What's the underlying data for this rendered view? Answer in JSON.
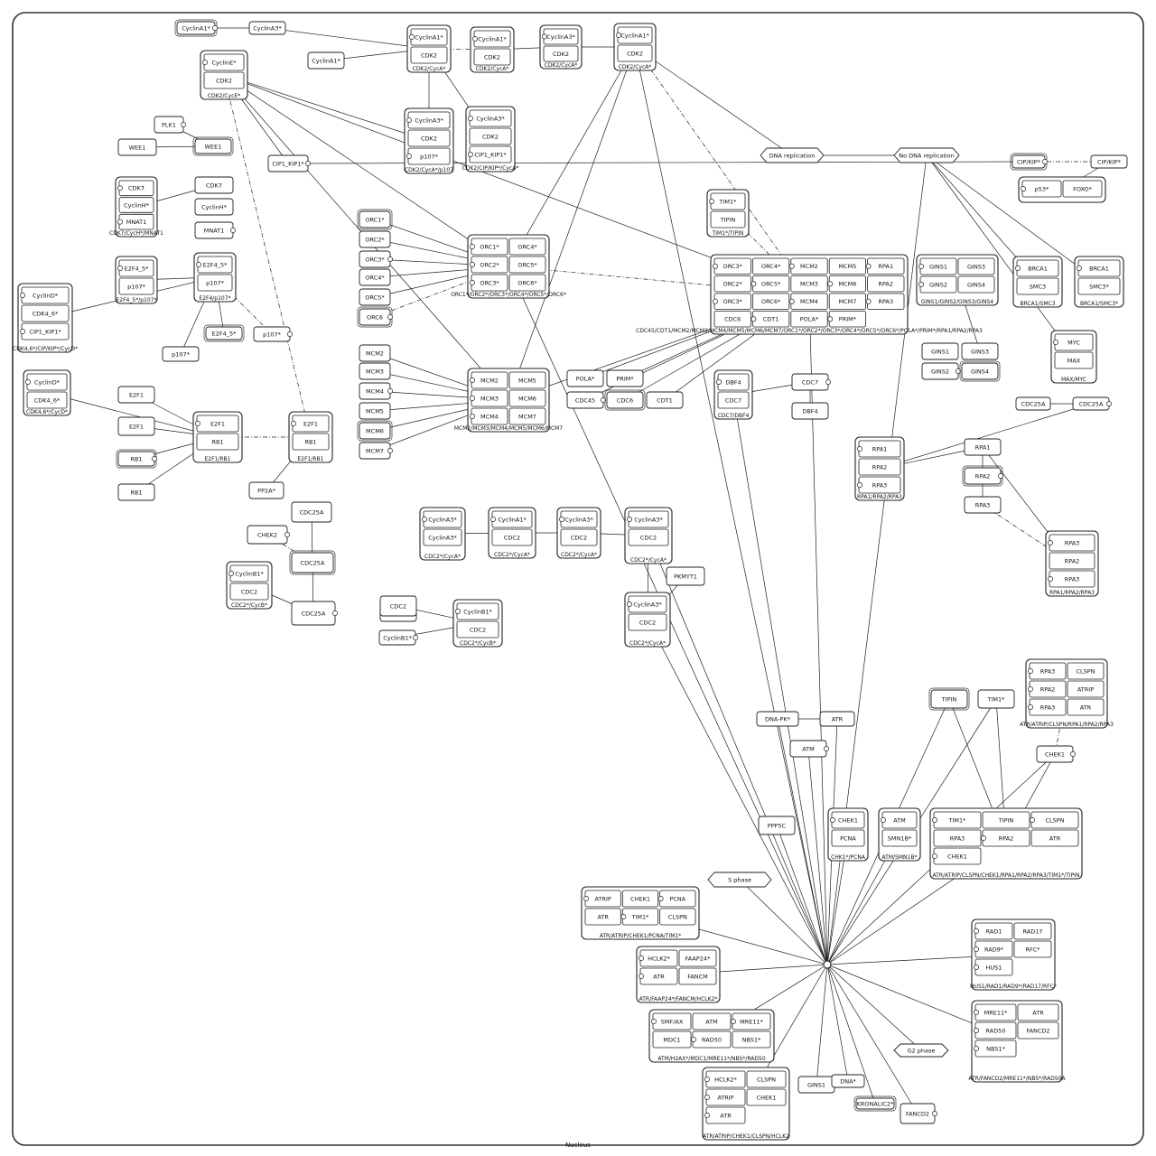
{
  "compartment": {
    "label": "Nucleus"
  },
  "phenotypes": [
    {
      "id": "dna_rep",
      "label": "DNA replication"
    },
    {
      "id": "no_dna_rep",
      "label": "No DNA replication"
    },
    {
      "id": "s_phase",
      "label": "S phase"
    },
    {
      "id": "g2_phase",
      "label": "G2 phase"
    }
  ],
  "complexes": [
    {
      "id": "cdk2_cyce",
      "label": "CDK2/CycE*",
      "members": [
        "CyclinE*",
        "CDK2"
      ]
    },
    {
      "id": "cdk2_cyca_1",
      "label": "CDK2/CycA*",
      "members": [
        "CyclinA1*",
        "CDK2"
      ]
    },
    {
      "id": "cdk2_cyca_2",
      "label": "CDK2/CycA*",
      "members": [
        "CyclinA1*",
        "CDK2"
      ]
    },
    {
      "id": "cdk2_cyca_3",
      "label": "CDK2/CycA*",
      "members": [
        "CyclinA3*",
        "CDK2"
      ]
    },
    {
      "id": "cdk2_cyca_4",
      "label": "CDK2/CycA*",
      "members": [
        "CyclinA1*",
        "CDK2"
      ]
    },
    {
      "id": "cdk2_cyca_p107",
      "label": "CDK2/CycA*/p107",
      "members": [
        "CyclinA3*",
        "CDK2",
        "p107*"
      ]
    },
    {
      "id": "cdk2_cip_cyca",
      "label": "CDK2/CIP/KIP*/CycA*",
      "members": [
        "CyclinA3*",
        "CDK2",
        "CIP1_KIP1*"
      ]
    },
    {
      "id": "cdk7_cych",
      "label": "CDK7/CycH*/MNAT1",
      "members": [
        "CDK7",
        "CyclinH*",
        "MNAT1"
      ]
    },
    {
      "id": "e2f4_p107_a",
      "label": "E2F4_5*/p107*",
      "members": [
        "E2F4_5*",
        "p107*"
      ]
    },
    {
      "id": "e2f4_p107_b",
      "label": "E2F4/p107*",
      "members": [
        "E2F4_5*",
        "p107*"
      ]
    },
    {
      "id": "cdk46_cip",
      "label": "CDK4,6*/CIP/KIP*/CycD*",
      "members": [
        "CyclinD*",
        "CDK4_6*",
        "CIP1_KIP1*"
      ]
    },
    {
      "id": "cdk46_cycd",
      "label": "CDK4,6*/CycD*",
      "members": [
        "CyclinD*",
        "CDK4_6*"
      ]
    },
    {
      "id": "e2f1_rb1_a",
      "label": "E2F1/RB1",
      "members": [
        "E2F1",
        "RB1"
      ]
    },
    {
      "id": "e2f1_rb1_b",
      "label": "E2F1/RB1",
      "members": [
        "E2F1",
        "RB1"
      ]
    },
    {
      "id": "orc_main",
      "label": "ORC1*/ORC2*/ORC3*/ORC4*/ORC5*/ORC6*",
      "members": [
        "ORC1*",
        "ORC4*",
        "ORC2*",
        "ORC5*",
        "ORC3*",
        "ORC6*"
      ]
    },
    {
      "id": "mcm_main",
      "label": "MCM2/MCM3/MCM4/MCM5/MCM6/MCM7",
      "members": [
        "MCM2",
        "MCM5",
        "MCM3",
        "MCM6",
        "MCM4",
        "MCM7"
      ]
    },
    {
      "id": "tim_tipin",
      "label": "TIM1*/TIPIN",
      "members": [
        "TIM1*",
        "TIPIN"
      ]
    },
    {
      "id": "big_complex",
      "label": "CDC45/CDT1/MCM2/MCM3/MCM4/MCM5/MCM6/MCM7/ORC1*/ORC2*/ORC3*/ORC4*/ORC5*/ORC6*/POLA*/PRIM*/RPA1/RPA2/RPA3",
      "members": [
        "ORC3*",
        "ORC4*",
        "MCM2",
        "MCM5",
        "RPA1",
        "ORC2*",
        "ORC5*",
        "MCM3",
        "MCM6",
        "RPA2",
        "ORC3*",
        "ORC6*",
        "MCM4",
        "MCM7",
        "RPA3",
        "CDC6",
        "CDT1",
        "POLA*",
        "PRIM*"
      ]
    },
    {
      "id": "gins_main",
      "label": "GINS1/GINS2/GINS3/GINS4",
      "members": [
        "GINS1",
        "GINS3",
        "GINS2",
        "GINS4"
      ]
    },
    {
      "id": "brca1_smc3_a",
      "label": "BRCA1/SMC3",
      "members": [
        "BRCA1",
        "SMC3"
      ]
    },
    {
      "id": "brca1_smc3_b",
      "label": "BRCA1/SMC3*",
      "members": [
        "BRCA1",
        "SMC3*"
      ]
    },
    {
      "id": "max_myc",
      "label": "MAX/MYC",
      "members": [
        "MYC",
        "MAX"
      ]
    },
    {
      "id": "cdc7_dbf4",
      "label": "CDC7/DBF4",
      "members": [
        "DBF4",
        "CDC7"
      ]
    },
    {
      "id": "rpa_a",
      "label": "RPA1/RPA2/RPA3",
      "members": [
        "RPA1",
        "RPA2",
        "RPA3"
      ]
    },
    {
      "id": "rpa_b",
      "label": "RPA1/RPA2/RPA3",
      "members": [
        "RPA3",
        "RPA2",
        "RPA3"
      ]
    },
    {
      "id": "cdc2_cyca_1",
      "label": "CDC2*/CycA*",
      "members": [
        "CyclinA3*",
        "CyclinA3*"
      ]
    },
    {
      "id": "cdc2_cyca_2",
      "label": "CDC2*/CycA*",
      "members": [
        "CyclinA1*",
        "CDC2"
      ]
    },
    {
      "id": "cdc2_cyca_3",
      "label": "CDC2*/CycA*",
      "members": [
        "CyclinA3*",
        "CDC2"
      ]
    },
    {
      "id": "cdc2_cyca_4",
      "label": "CDC2*/CycA*",
      "members": [
        "CyclinA3*",
        "CDC2"
      ]
    },
    {
      "id": "cdc2_cyca_5",
      "label": "CDC2*/CycA*",
      "members": [
        "CyclinA3*",
        "CDC2"
      ]
    },
    {
      "id": "cdc2_cycb_1",
      "label": "CDC2*/CycB*",
      "members": [
        "CyclinB1*",
        "CDC2"
      ]
    },
    {
      "id": "cdc2_cycb_2",
      "label": "CDC2*/CycB*",
      "members": [
        "CyclinB1*",
        "CDC2"
      ]
    },
    {
      "id": "atr_atrip_clspn",
      "label": "ATR/ATRIP/CLSPN/RPA1/RPA2/RPA3",
      "members": [
        "RPA3",
        "CLSPN",
        "RPA2",
        "ATRIP",
        "RPA3",
        "ATR"
      ]
    },
    {
      "id": "chk1_pcna",
      "label": "CHK1*/PCNA",
      "members": [
        "CHEK1",
        "PCNA"
      ]
    },
    {
      "id": "atm_smn",
      "label": "ATM/SMN1B*",
      "members": [
        "ATM",
        "SMN1B*"
      ]
    },
    {
      "id": "atr_big",
      "label": "ATR/ATRIP/CLSPN/CHEK1/RPA1/RPA2/RPA3/TIM1*/TIPIN",
      "members": [
        "TIM1*",
        "TIPIN",
        "CLSPN",
        "RPA3",
        "RPA2",
        "ATR",
        "CHEK1"
      ]
    },
    {
      "id": "atr_chek1_pcna",
      "label": "ATR/ATRIP/CHEK1/PCNA/TIM1*",
      "members": [
        "ATRIP",
        "CHEK1",
        "PCNA",
        "ATR",
        "TIM1*",
        "CLSPN"
      ]
    },
    {
      "id": "rad_complex",
      "label": "HUS1/RAD1/RAD9*/RAD17/RFC*",
      "members": [
        "RAD1",
        "RAD17",
        "RAD9*",
        "RFC*",
        "HUS1"
      ]
    },
    {
      "id": "atr_faap24",
      "label": "ATR/FAAP24*/FANCM/HCLK2*",
      "members": [
        "HCLK2*",
        "FAAP24*",
        "ATR",
        "FANCM"
      ]
    },
    {
      "id": "atr_fancd2",
      "label": "ATR/FANCD2/MRE11*/NBS*/RAD50A",
      "members": [
        "MRE11*",
        "ATR",
        "RAD50",
        "FANCD2",
        "NBS1*"
      ]
    },
    {
      "id": "atm_h2ax",
      "label": "ATM/H2AX*/MDC1/MRE11*/NBS*/RAD50",
      "members": [
        "SMF/AX",
        "ATM",
        "MRE11*",
        "MDC1",
        "RAD50",
        "NBS1*"
      ]
    },
    {
      "id": "atr_hclk2",
      "label": "ATR/ATRIP/CHEK1/CLSPN/HCLK2",
      "members": [
        "HCLK2*",
        "CLSPN",
        "ATRIP",
        "CHEK1",
        "ATR"
      ]
    },
    {
      "id": "p53_foxo",
      "label": "",
      "members": [
        "p53*",
        "FOXO*"
      ]
    }
  ],
  "nodes": [
    {
      "id": "cyclina1_top",
      "label": "CyclinA1*"
    },
    {
      "id": "cyclina3_top",
      "label": "CyclinA3*"
    },
    {
      "id": "cyclina1_mid",
      "label": "CyclinA1*"
    },
    {
      "id": "plk1",
      "label": "PLK1"
    },
    {
      "id": "wee1_a",
      "label": "WEE1"
    },
    {
      "id": "wee1_b",
      "label": "WEE1"
    },
    {
      "id": "cip1_kip1",
      "label": "CIP1_KIP1*"
    },
    {
      "id": "cdk7",
      "label": "CDK7"
    },
    {
      "id": "cyclinh",
      "label": "CyclinH*"
    },
    {
      "id": "mnat1",
      "label": "MNAT1"
    },
    {
      "id": "e2f4_5",
      "label": "E2F4_5*"
    },
    {
      "id": "p107_a",
      "label": "p107*"
    },
    {
      "id": "p107_b",
      "label": "p107*"
    },
    {
      "id": "e2f1_a",
      "label": "E2F1"
    },
    {
      "id": "e2f1_b",
      "label": "E2F1"
    },
    {
      "id": "rb1_a",
      "label": "RB1"
    },
    {
      "id": "rb1_b",
      "label": "RB1"
    },
    {
      "id": "pp2a",
      "label": "PP2A*"
    },
    {
      "id": "chek2",
      "label": "CHEK2"
    },
    {
      "id": "cdc25a_a",
      "label": "CDC25A"
    },
    {
      "id": "cdc25a_b",
      "label": "CDC25A"
    },
    {
      "id": "cdc25a_c",
      "label": "CDC25A"
    },
    {
      "id": "cdc25a_d",
      "label": "CDC25A"
    },
    {
      "id": "cdc2",
      "label": "CDC2"
    },
    {
      "id": "cyclinb1",
      "label": "CyclinB1*"
    },
    {
      "id": "orc1",
      "label": "ORC1*"
    },
    {
      "id": "orc2",
      "label": "ORC2*"
    },
    {
      "id": "orc3",
      "label": "ORC3*"
    },
    {
      "id": "orc4",
      "label": "ORC4*"
    },
    {
      "id": "orc5",
      "label": "ORC5*"
    },
    {
      "id": "orc6",
      "label": "ORC6"
    },
    {
      "id": "mcm2",
      "label": "MCM2"
    },
    {
      "id": "mcm3",
      "label": "MCM3"
    },
    {
      "id": "mcm4",
      "label": "MCM4"
    },
    {
      "id": "mcm5",
      "label": "MCM5"
    },
    {
      "id": "mcm6",
      "label": "MCM6"
    },
    {
      "id": "mcm7",
      "label": "MCM7"
    },
    {
      "id": "pola",
      "label": "POLA*"
    },
    {
      "id": "prim",
      "label": "PRIM*"
    },
    {
      "id": "cdc45",
      "label": "CDC45"
    },
    {
      "id": "cdc6",
      "label": "CDC6"
    },
    {
      "id": "cdt1",
      "label": "CDT1"
    },
    {
      "id": "cdc7",
      "label": "CDC7"
    },
    {
      "id": "dbf4",
      "label": "DBF4"
    },
    {
      "id": "rpa1",
      "label": "RPA1"
    },
    {
      "id": "rpa2",
      "label": "RPA2"
    },
    {
      "id": "rpa3",
      "label": "RPA3"
    },
    {
      "id": "gins1_a",
      "label": "GINS1"
    },
    {
      "id": "gins2_a",
      "label": "GINS2"
    },
    {
      "id": "gins3_a",
      "label": "GINS3"
    },
    {
      "id": "gins4_a",
      "label": "GINS4"
    },
    {
      "id": "gins1_b",
      "label": "GINS1"
    },
    {
      "id": "dna_pk",
      "label": "DNA-PK*"
    },
    {
      "id": "atr",
      "label": "ATR"
    },
    {
      "id": "atm",
      "label": "ATM"
    },
    {
      "id": "tipin",
      "label": "TIPIN"
    },
    {
      "id": "tim1",
      "label": "TIM1*"
    },
    {
      "id": "chek1",
      "label": "CHEK1"
    },
    {
      "id": "pp5c",
      "label": "PPP5C"
    },
    {
      "id": "pkmyt1",
      "label": "PKMYT1"
    },
    {
      "id": "cip_kip_right_a",
      "label": "CIP/KIP*"
    },
    {
      "id": "cip_kip_right_b",
      "label": "CIP/KIP*"
    },
    {
      "id": "cdc25a_right_a",
      "label": "CDC25A"
    },
    {
      "id": "cdc25a_right_b",
      "label": "CDC25A"
    },
    {
      "id": "dna_bottom",
      "label": "DNA*"
    },
    {
      "id": "kronalic",
      "label": "KRONALIC2*"
    },
    {
      "id": "fanca",
      "label": "FANCD2"
    }
  ]
}
